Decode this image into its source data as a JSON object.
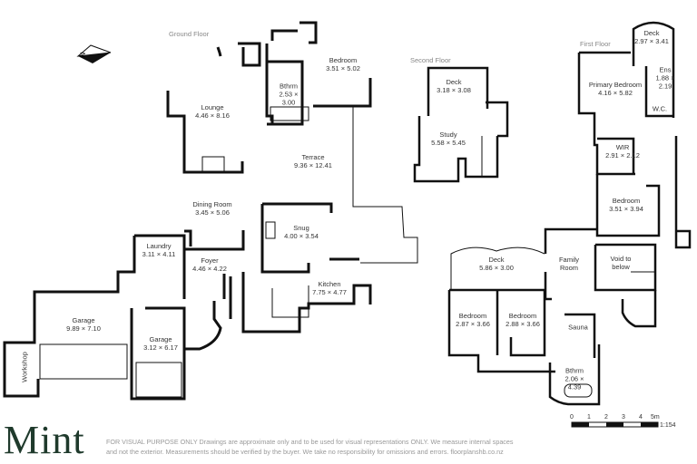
{
  "floors": {
    "ground": "Ground Floor",
    "second": "Second Floor",
    "first": "First Floor"
  },
  "rooms": {
    "g_bedroom": {
      "name": "Bedroom",
      "dims": "3.51 × 5.02"
    },
    "g_bthrm": {
      "name": "Bthrm",
      "dims": "2.53 ×",
      "dims2": "3.00"
    },
    "lounge": {
      "name": "Lounge",
      "dims": "4.46 × 8.16"
    },
    "terrace": {
      "name": "Terrace",
      "dims": "9.36 × 12.41"
    },
    "dining": {
      "name": "Dining Room",
      "dims": "3.45 × 5.06"
    },
    "snug": {
      "name": "Snug",
      "dims": "4.00 × 3.54"
    },
    "laundry": {
      "name": "Laundry",
      "dims": "3.11 × 4.11"
    },
    "foyer": {
      "name": "Foyer",
      "dims": "4.46 × 4.22"
    },
    "kitchen": {
      "name": "Kitchen",
      "dims": "7.75 × 4.77"
    },
    "garage_large": {
      "name": "Garage",
      "dims": "9.89 × 7.10"
    },
    "garage_small": {
      "name": "Garage",
      "dims": "3.12 × 6.17"
    },
    "workshop": {
      "name": "Workshop"
    },
    "s_deck": {
      "name": "Deck",
      "dims": "3.18 × 3.08"
    },
    "study": {
      "name": "Study",
      "dims": "5.58 × 5.45"
    },
    "f_deck_top": {
      "name": "Deck",
      "dims": "2.97 × 3.41"
    },
    "primary_bedroom": {
      "name": "Primary Bedroom",
      "dims": "4.16 × 5.82"
    },
    "ens": {
      "name": "Ens",
      "dims": "1.88 ×",
      "dims2": "2.19"
    },
    "wc": {
      "name": "W.C."
    },
    "wir": {
      "name": "WIR",
      "dims": "2.91 × 2.12"
    },
    "f_bedroom": {
      "name": "Bedroom",
      "dims": "3.51 × 3.94"
    },
    "family_room": {
      "name": "Family",
      "name2": "Room"
    },
    "void": {
      "name": "Void to",
      "name2": "below"
    },
    "f_deck": {
      "name": "Deck",
      "dims": "5.86 × 3.00"
    },
    "f_bedroom2": {
      "name": "Bedroom",
      "dims": "2.87 × 3.66"
    },
    "f_bedroom3": {
      "name": "Bedroom",
      "dims": "2.88 × 3.66"
    },
    "sauna": {
      "name": "Sauna"
    },
    "f_bthrm": {
      "name": "Bthrm",
      "dims": "2.06 ×",
      "dims2": "4.39"
    }
  },
  "scale": {
    "ticks": [
      "0",
      "1",
      "2",
      "3",
      "4",
      "5m"
    ],
    "ratio": "1:154"
  },
  "north_icon": "north-arrow",
  "brand": {
    "logo": "Mint",
    "color": "#1f3a2c"
  },
  "disclaimer": {
    "line1": "FOR VISUAL PURPOSE ONLY Drawings are approximate only and to be used for visual representations ONLY. We measure internal spaces",
    "line2": "and not the exterior. Measurements should be verified by the buyer. We take no responsibility for omissions and errors. floorplanshb.co.nz"
  }
}
